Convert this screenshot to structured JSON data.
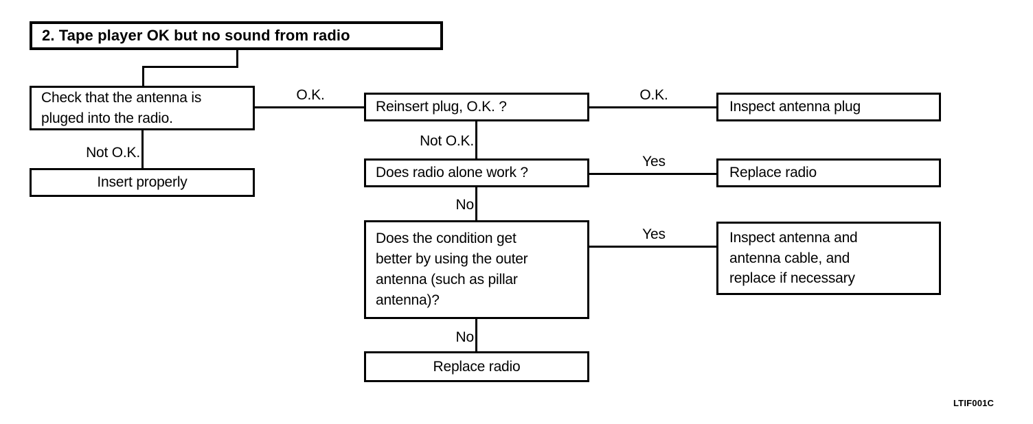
{
  "diagram": {
    "title_box": {
      "label": "2. Tape player OK but no sound from radio"
    },
    "nodes": {
      "check_antenna": "Check that the antenna is\npluged into the radio.",
      "insert_properly": "Insert properly",
      "reinsert_plug": "Reinsert plug, O.K. ?",
      "inspect_antenna_plug": "Inspect antenna plug",
      "radio_alone_work": "Does radio alone work ?",
      "replace_radio_right": "Replace radio",
      "outer_antenna": "Does the condition get\nbetter by using the outer\nantenna (such as pillar\nantenna)?",
      "inspect_antenna_cable": "Inspect antenna and\nantenna cable, and\nreplace if necessary",
      "replace_radio_bottom": "Replace radio"
    },
    "edge_labels": {
      "check_to_reinsert": "O.K.",
      "check_to_insert": "Not O.K.",
      "reinsert_to_inspect": "O.K.",
      "reinsert_to_radio_alone": "Not O.K.",
      "radio_alone_to_replace": "Yes",
      "radio_alone_to_outer": "No",
      "outer_to_inspect_cable": "Yes",
      "outer_to_replace": "No"
    },
    "reference_code": "LTIF001C"
  }
}
